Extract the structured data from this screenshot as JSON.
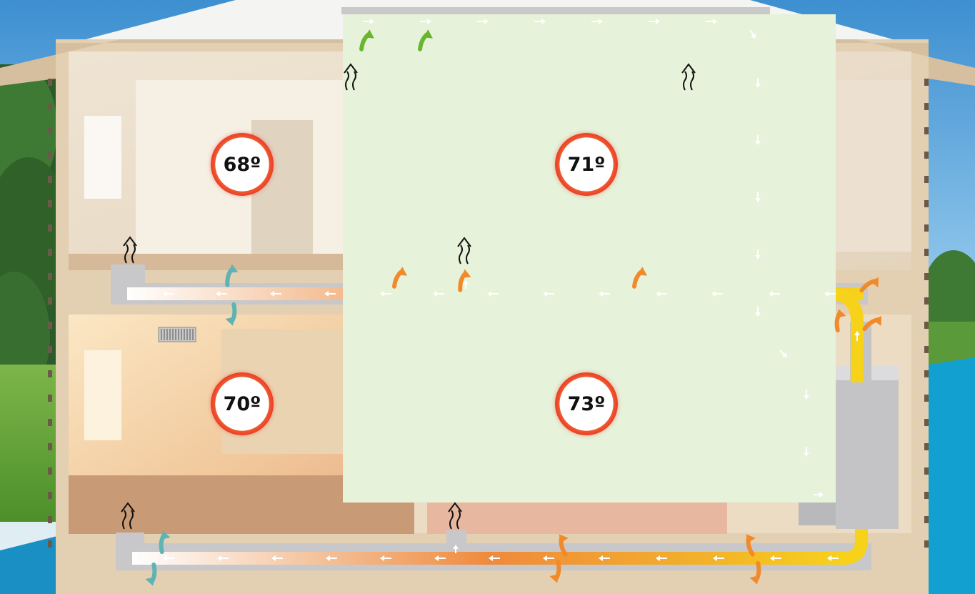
{
  "rooms": [
    {
      "id": "upstairs-left",
      "temperature": "68º"
    },
    {
      "id": "upstairs-right",
      "temperature": "71º"
    },
    {
      "id": "downstairs-left",
      "temperature": "70º"
    },
    {
      "id": "downstairs-right",
      "temperature": "73º"
    }
  ],
  "icons": {
    "supply_flow": "white-arrow-icon",
    "register_heat": "heat-rise-icon",
    "warm_air": "orange-curved-arrow-icon",
    "cool_air": "teal-curved-arrow-icon",
    "return_air": "green-curved-arrow-icon"
  },
  "colors": {
    "duct_hot": "#f7d21a",
    "duct_warm": "#ef8a3c",
    "duct_cool": "#ffffff",
    "thermo_ring": "#e8322a",
    "overlay": "#e6f2d9",
    "wall": "#e3cfb1"
  }
}
